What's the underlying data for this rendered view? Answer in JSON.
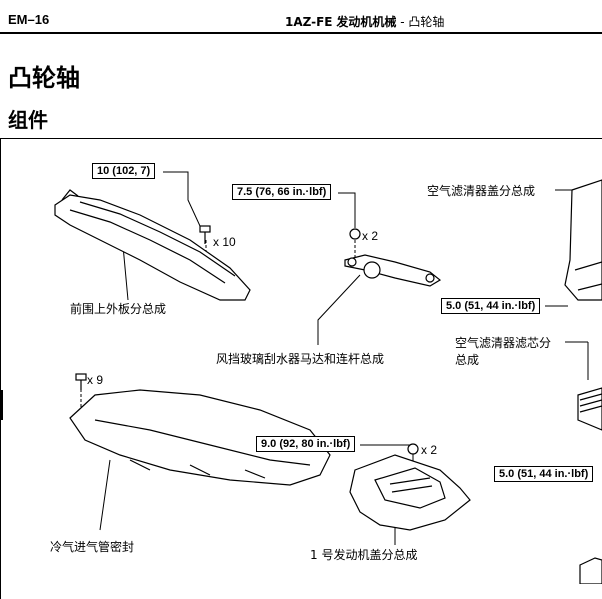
{
  "header": {
    "page_code": "EM–16",
    "engine": "1AZ-FE",
    "section": "发动机机械",
    "separator": "-",
    "topic": "凸轮轴"
  },
  "title": "凸轮轴",
  "subtitle": "组件",
  "torques": {
    "t1": "10 (102, 7)",
    "t2": "7.5 (76, 66 in.·lbf)",
    "t3": "5.0 (51, 44 in.·lbf)",
    "t4": "9.0 (92, 80 in.·lbf)",
    "t5": "5.0 (51, 44 in.·lbf)"
  },
  "quantities": {
    "q1": "x 10",
    "q2": "x 2",
    "q3": "x 9",
    "q4": "x 2"
  },
  "labels": {
    "cowl_panel": "前围上外板分总成",
    "wiper": "风挡玻璃刮水器马达和连杆总成",
    "air_cleaner_cap": "空气滤清器盖分总成",
    "air_filter_line1": "空气滤清器滤芯分",
    "air_filter_line2": "总成",
    "cool_air_seal": "冷气进气管密封",
    "engine_cover": "1 号发动机盖分总成"
  }
}
